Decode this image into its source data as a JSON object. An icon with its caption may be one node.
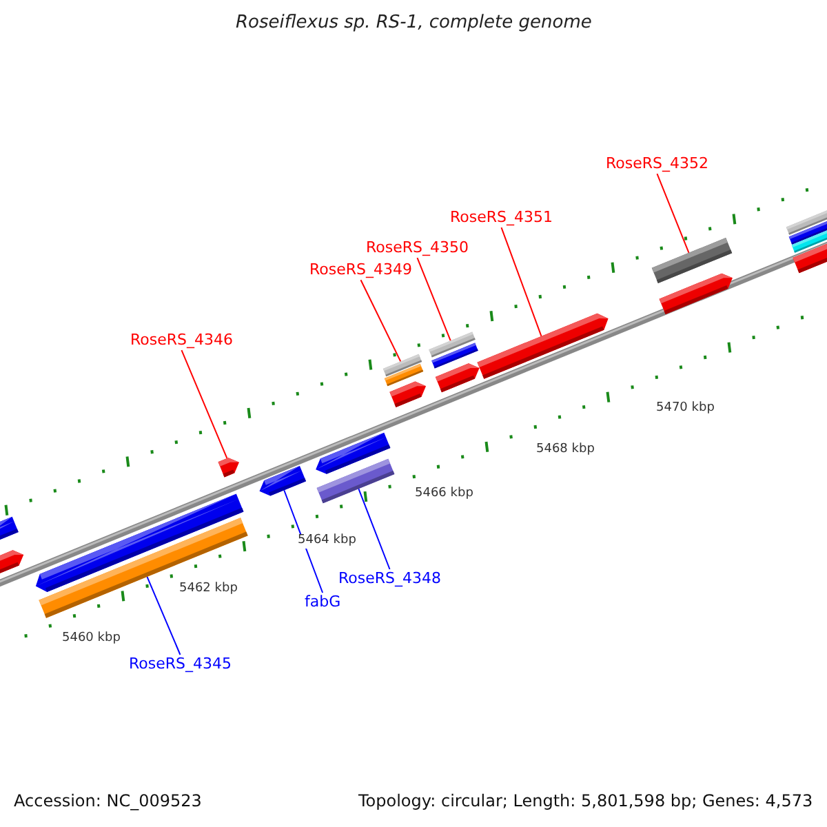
{
  "diagram": {
    "title": "Roseiflexus sp. RS-1, complete genome",
    "nodes": [
      {
        "text": [
          "RoseRS_4352"
        ]
      },
      {
        "text": [
          "RoseRS_4351"
        ]
      },
      {
        "text": [
          "RoseRS_4350"
        ]
      },
      {
        "text": [
          "RoseRS_4349"
        ]
      },
      {
        "text": [
          "RoseRS_4346"
        ]
      },
      {
        "text": [
          "RoseRS_4348"
        ]
      },
      {
        "text": [
          "fabG"
        ]
      },
      {
        "text": [
          "RoseRS_4345"
        ]
      },
      {
        "text": [],
        "shape": "bar"
      },
      {
        "text": [],
        "shape": "bar"
      },
      {
        "text": [],
        "shape": "bar"
      },
      {
        "text": [],
        "shape": "bar"
      },
      {
        "text": [],
        "shape": "bar"
      },
      {
        "text": [],
        "shape": "bar"
      },
      {
        "text": [],
        "shape": "bar"
      },
      {
        "text": [],
        "shape": "bar"
      },
      {
        "text": [],
        "shape": "bar"
      },
      {
        "text": [],
        "shape": "bar"
      },
      {
        "text": [],
        "shape": "bar"
      },
      {
        "text": [],
        "shape": "bar"
      },
      {
        "text": [],
        "shape": "bar"
      },
      {
        "text": [],
        "shape": "bar"
      },
      {
        "text": [],
        "shape": "bar"
      },
      {
        "text": [],
        "shape": "bar"
      },
      {
        "text": [],
        "shape": "bar"
      },
      {
        "text": [],
        "shape": "bar"
      },
      {
        "text": [],
        "shape": "bar"
      },
      {
        "text": [],
        "shape": "bar"
      },
      {
        "text": [],
        "shape": "bar"
      }
    ],
    "edges": [
      {
        "from": 0,
        "to": 23,
        "arrow": "none"
      },
      {
        "from": 1,
        "to": 22,
        "arrow": "none"
      },
      {
        "from": 2,
        "to": 19,
        "arrow": "none"
      },
      {
        "from": 3,
        "to": 16,
        "arrow": "none"
      },
      {
        "from": 4,
        "to": 12,
        "arrow": "none"
      },
      {
        "from": 5,
        "to": 15,
        "arrow": "none",
        "color": "#0000ff"
      },
      {
        "from": 6,
        "to": 13,
        "arrow": "none",
        "color": "#0000ff"
      },
      {
        "from": 7,
        "to": 11,
        "arrow": "none",
        "color": "#0000ff"
      }
    ],
    "labels": [
      "5470 kbp",
      "5468 kbp",
      "5466 kbp",
      "5464 kbp",
      "5462 kbp",
      "5460 kbp",
      "Accession: NC_009523",
      "Topology: circular; Length: 5,801,598 bp; Genes: 4,573"
    ]
  }
}
